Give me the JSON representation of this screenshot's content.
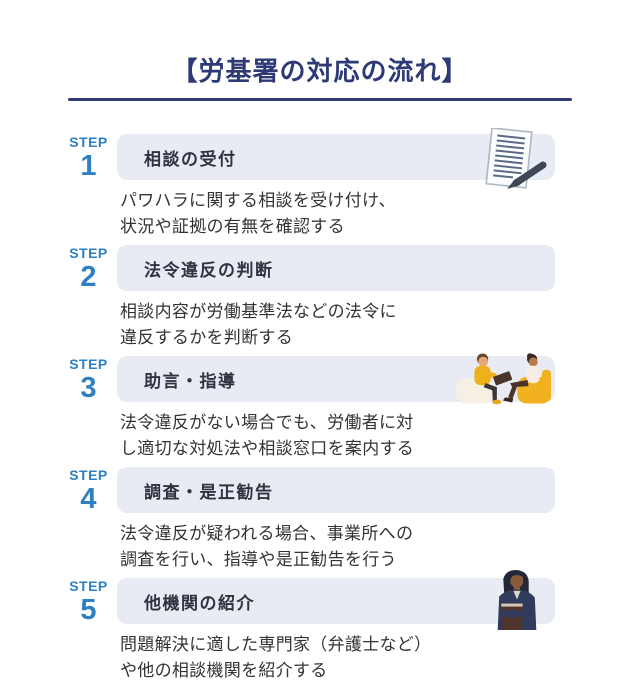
{
  "header": {
    "title": "【労基署の対応の流れ】"
  },
  "colors": {
    "title_navy": "#2e3a76",
    "divider_navy": "#2e3a76",
    "step_label_blue": "#2e80c3",
    "bar_background": "#e9ebf4",
    "heading_text": "#2f3440",
    "body_text": "#333333",
    "page_background": "#ffffff"
  },
  "steps": [
    {
      "label": "STEP",
      "number": "1",
      "heading": "相談の受付",
      "description_line1": "パワハラに関する相談を受け付け、",
      "description_line2": "状況や証拠の有無を確認する",
      "illustration": "document-and-pen"
    },
    {
      "label": "STEP",
      "number": "2",
      "heading": "法令違反の判断",
      "description_line1": "相談内容が労働基準法などの法令に",
      "description_line2": "違反するかを判断する",
      "illustration": "none"
    },
    {
      "label": "STEP",
      "number": "3",
      "heading": "助言・指導",
      "description_line1": "法令違反がない場合でも、労働者に対",
      "description_line2": "し適切な対処法や相談窓口を案内する",
      "illustration": "counseling-two-people"
    },
    {
      "label": "STEP",
      "number": "4",
      "heading": "調査・是正勧告",
      "description_line1": "法令違反が疑われる場合、事業所への",
      "description_line2": "調査を行い、指導や是正勧告を行う",
      "illustration": "none"
    },
    {
      "label": "STEP",
      "number": "5",
      "heading": "他機関の紹介",
      "description_line1": "問題解決に適した専門家（弁護士など）",
      "description_line2": "や他の相談機関を紹介する",
      "illustration": "woman-with-book"
    }
  ]
}
